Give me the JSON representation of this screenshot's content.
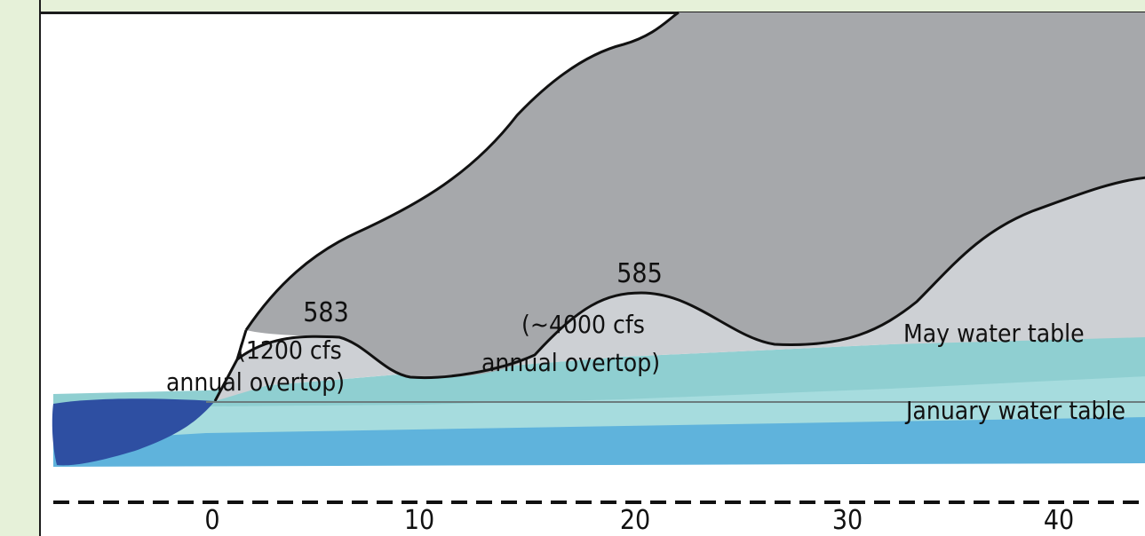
{
  "labels": {
    "peak_583_elev": "583",
    "peak_583_flow": "(1200 cfs",
    "peak_583_note": "annual overtop)",
    "peak_585_elev": "585",
    "peak_585_flow": "(~4000 cfs",
    "peak_585_note": "annual overtop)",
    "may_water_table": "May water table",
    "january_water_table": "January water table"
  },
  "axis": {
    "ticks": [
      "0",
      "10",
      "20",
      "30",
      "40"
    ]
  },
  "colors": {
    "hillside": "#a6a8ab",
    "floodplain": "#cdd0d4",
    "may_water_table": "#8fcfd1",
    "january_water_table": "#a6dcde",
    "deep_groundwater": "#5fb3dc",
    "river": "#2e4fa2",
    "outline": "#111111",
    "frame": "#e6f1d9"
  }
}
